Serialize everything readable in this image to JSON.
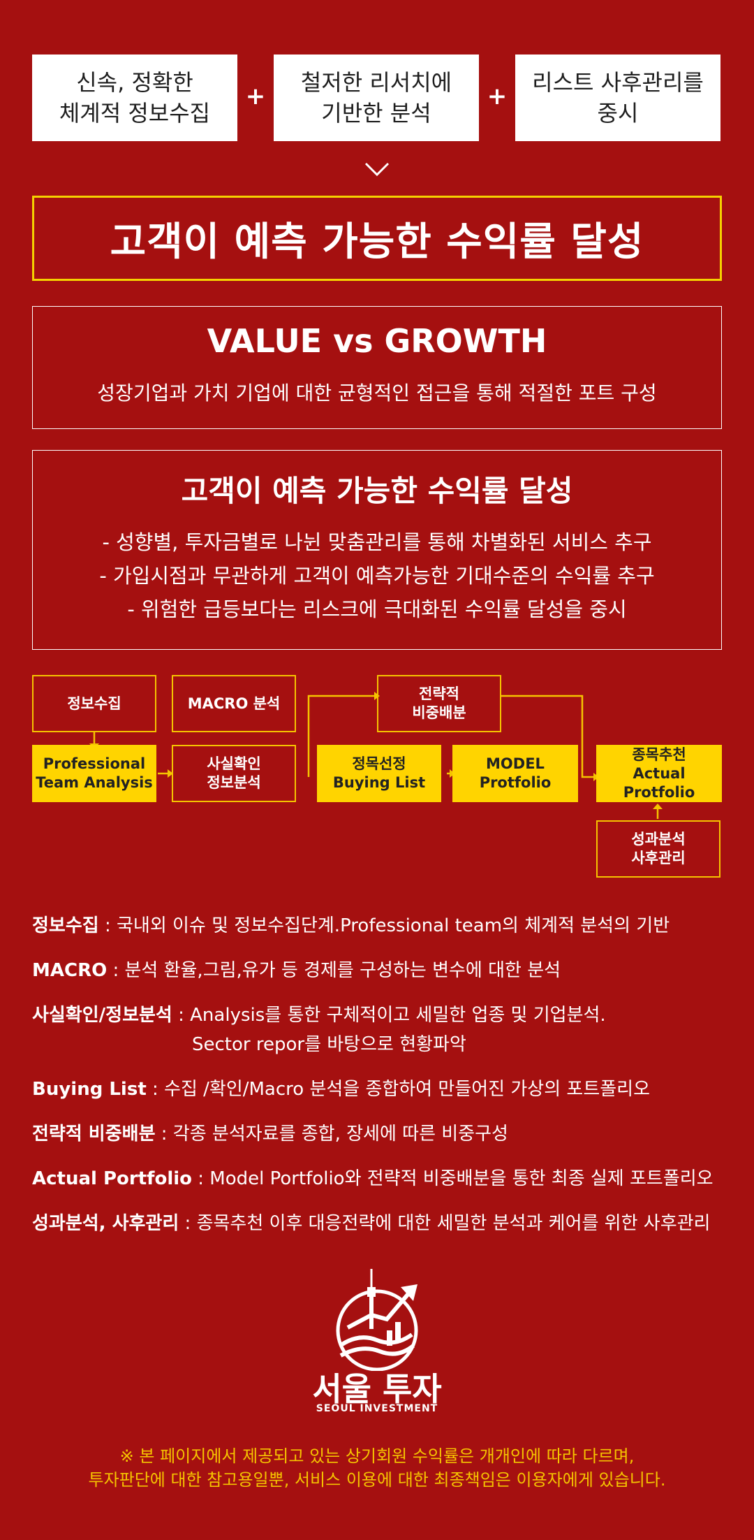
{
  "top_boxes": [
    "신속, 정확한\n체계적 정보수집",
    "철저한 리서치에\n기반한 분석",
    "리스트 사후관리를\n중시"
  ],
  "plus_sign": "+",
  "goal_banner": "고객이 예측 가능한 수익률 달성",
  "value_growth": {
    "title": "VALUE vs GROWTH",
    "subtitle": "성장기업과 가치 기업에 대한 균형적인 접근을 통해 적절한 포트 구성"
  },
  "goal_panel": {
    "title": "고객이 예측 가능한 수익률 달성",
    "lines": [
      "- 성향별, 투자금별로 나뉜 맞춤관리를 통해 차별화된 서비스 추구",
      "- 가입시점과 무관하게 고객이 예측가능한 기대수준의 수익률 추구",
      "- 위험한 급등보다는 리스크에 극대화된 수익률 달성을 중시"
    ]
  },
  "flow": {
    "info_collect": "정보수집",
    "macro": "MACRO 분석",
    "strategic": "전략적\n비중배분",
    "pro_team": "Professional\nTeam Analysis",
    "fact_check": "사실확인\n정보분석",
    "buying_list": "정목선정\nBuying List",
    "model": "MODEL\nProtfolio",
    "actual": "종목추천\nActual Protfolio",
    "performance": "성과분석\n사후관리"
  },
  "definitions": [
    {
      "term": "정보수집",
      "text": " : 국내외 이슈 및 정보수집단계.Professional team의 체계적 분석의 기반",
      "cont": ""
    },
    {
      "term": "MACRO",
      "text": " : 분석 환율,그림,유가 등 경제를 구성하는 변수에 대한 분석",
      "cont": ""
    },
    {
      "term": "사실확인/정보분석",
      "text": " : Analysis를 통한 구체적이고 세밀한 업종 및 기업분석.",
      "cont": "Sector repor를 바탕으로 현황파악"
    },
    {
      "term": "Buying List",
      "text": " : 수집 /확인/Macro 분석을 종합하여 만들어진 가상의 포트폴리오",
      "cont": ""
    },
    {
      "term": "전략적 비중배분",
      "text": " : 각종 분석자료를 종합, 장세에 따른 비중구성",
      "cont": ""
    },
    {
      "term": "Actual Portfolio",
      "text": " : Model Portfolio와 전략적 비중배분을 통한 최종 실제 포트폴리오",
      "cont": ""
    },
    {
      "term": "성과분석, 사후관리",
      "text": " : 종목추천 이후 대응전략에 대한 세밀한 분석과 케어를 위한 사후관리",
      "cont": ""
    }
  ],
  "brand": {
    "name_ko": "서울 투자",
    "name_en": "SEOUL INVESTMENT",
    "logo_icon": "seoul-tower-chart-icon"
  },
  "disclaimer": [
    "※ 본 페이지에서 제공되고 있는 상기회원 수익률은 개개인에 따라 다르며,",
    "투자판단에 대한 참고용일뿐, 서비스 이용에 대한 최종책임은 이용자에게 있습니다."
  ],
  "colors": {
    "background": "#a51010",
    "accent_yellow": "#ffd400",
    "border_yellow": "#f5c400",
    "white": "#ffffff"
  }
}
